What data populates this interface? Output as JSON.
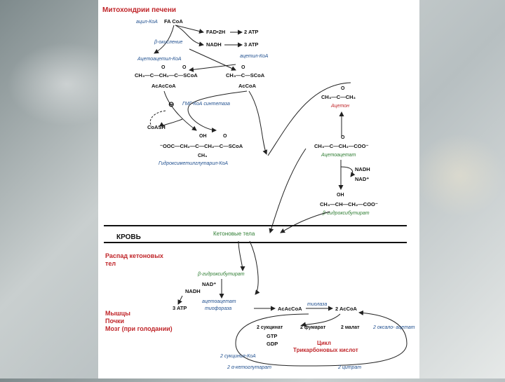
{
  "headings": {
    "liver_mito": "Митохондрии печени",
    "blood": "КРОВЬ",
    "breakdown_1": "Распад кетоновых",
    "breakdown_2": "тел",
    "tissues": [
      "Мышцы",
      "Почки",
      "Мозг (при голодании)"
    ]
  },
  "liver": {
    "acyl_coa_label": "ацил-КоА",
    "fa_coa": "FA CoA",
    "fadh2": "FAD•2H",
    "atp2": "2 ATP",
    "beta_ox": "β-окисление",
    "nadh": "NADH",
    "atp3": "3 ATP",
    "acetoacetyl_coa_label": "Ацетоацетил-КоА",
    "acetyl_coa_label": "ацетил-КоА",
    "acacoa_formula": "CH₃—C—CH₂—C—SCoA",
    "acacoa_abbr": "AcAcCoA",
    "acetyl_formula": "CH₃—C—SCoA",
    "acetyl_abbr": "AcCoA",
    "hmg_synth": "ГМГ-КоА синтетаза",
    "minus": "⊖",
    "coash": "CoASH",
    "hmg_oh": "OH",
    "hmg_formula": "⁻OOC—CH₂—C—CH₂—C—SCoA",
    "hmg_ch3": "CH₃",
    "hmg_label": "Гидроксиметилглутарил-КоА",
    "acetone_formula": "CH₃—C—CH₃",
    "acetone_label": "Ацетон",
    "acetoacetate_formula": "CH₃—C—CH₂—COO⁻",
    "acetoacetate_label": "Ацетоацетат",
    "nadh2": "NADH",
    "nad": "NAD⁺",
    "bhb_oh": "OH",
    "bhb_formula": "CH₃—CH—CH₂—COO⁻",
    "bhb_label": "β-гидроксибутират",
    "ketone_bodies": "Кетоновые тела",
    "carbonyl_o": "O"
  },
  "periphery": {
    "bhb": "β-гидроксибутират",
    "nad": "NAD⁺",
    "nadh": "NADH",
    "atp3": "3 ATP",
    "acetoacetate": "ацетоацетат",
    "thiophorase": "тиофораза",
    "acacoa": "AcAcCoA",
    "thiolase": "тиолаза",
    "acoa2": "2 AcCoA",
    "succinate": "2 сукцинат",
    "fumarate": "2 фумарат",
    "malate": "2 малат",
    "oxaloacetate": "2 оксало- ацетат",
    "gtp": "GTP",
    "gdp": "GDP",
    "tca1": "Цикл",
    "tca2": "Трикарбоновых кислот",
    "succ_coa": "2 сукцинил-КоА",
    "alpha_kg": "2 α-кетоглутарат",
    "citrate": "2 цитрат",
    "two": "2"
  }
}
